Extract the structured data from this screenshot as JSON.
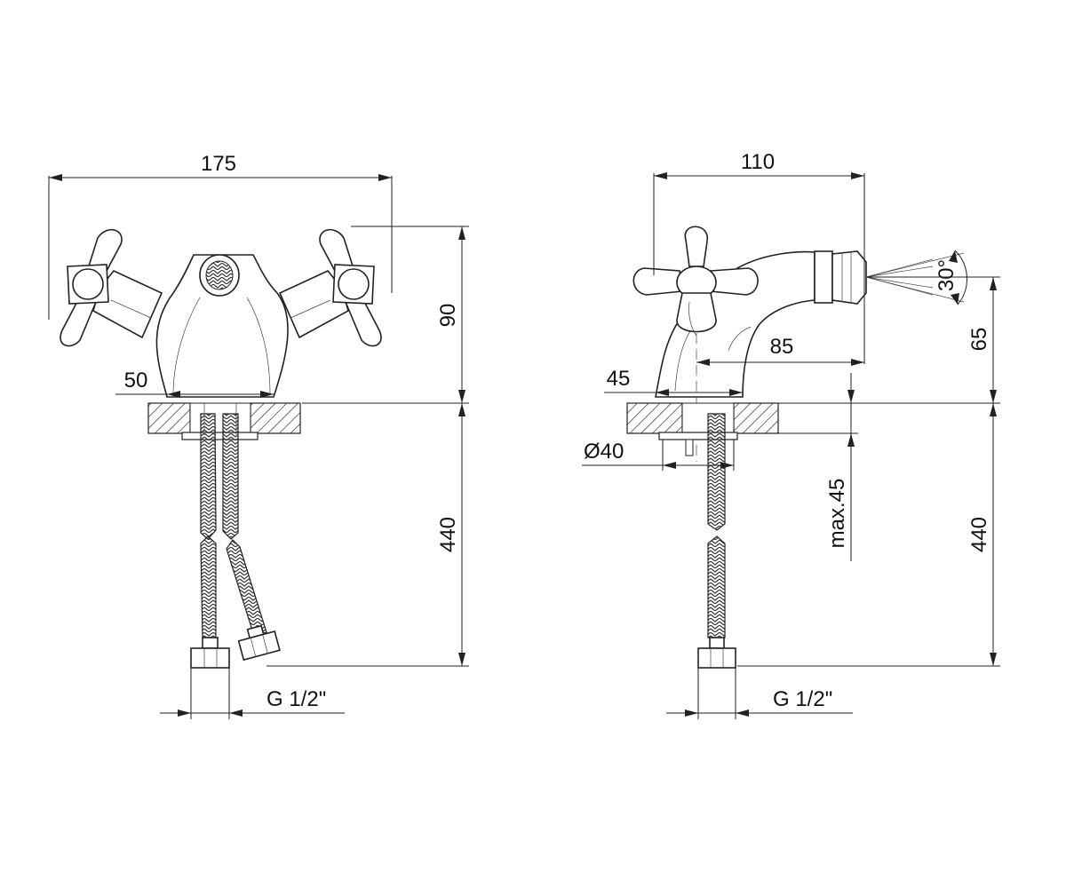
{
  "front_view": {
    "dim_width": "175",
    "dim_height": "90",
    "dim_spout": "50",
    "dim_hose_length": "440",
    "dim_connection": "G 1/2\""
  },
  "side_view": {
    "dim_depth": "110",
    "dim_reach": "85",
    "dim_height": "65",
    "dim_angle": "30°",
    "dim_base": "45",
    "dim_diameter": "Ø40",
    "dim_max_thickness": "max.45",
    "dim_hose_length": "440",
    "dim_connection": "G 1/2\""
  }
}
